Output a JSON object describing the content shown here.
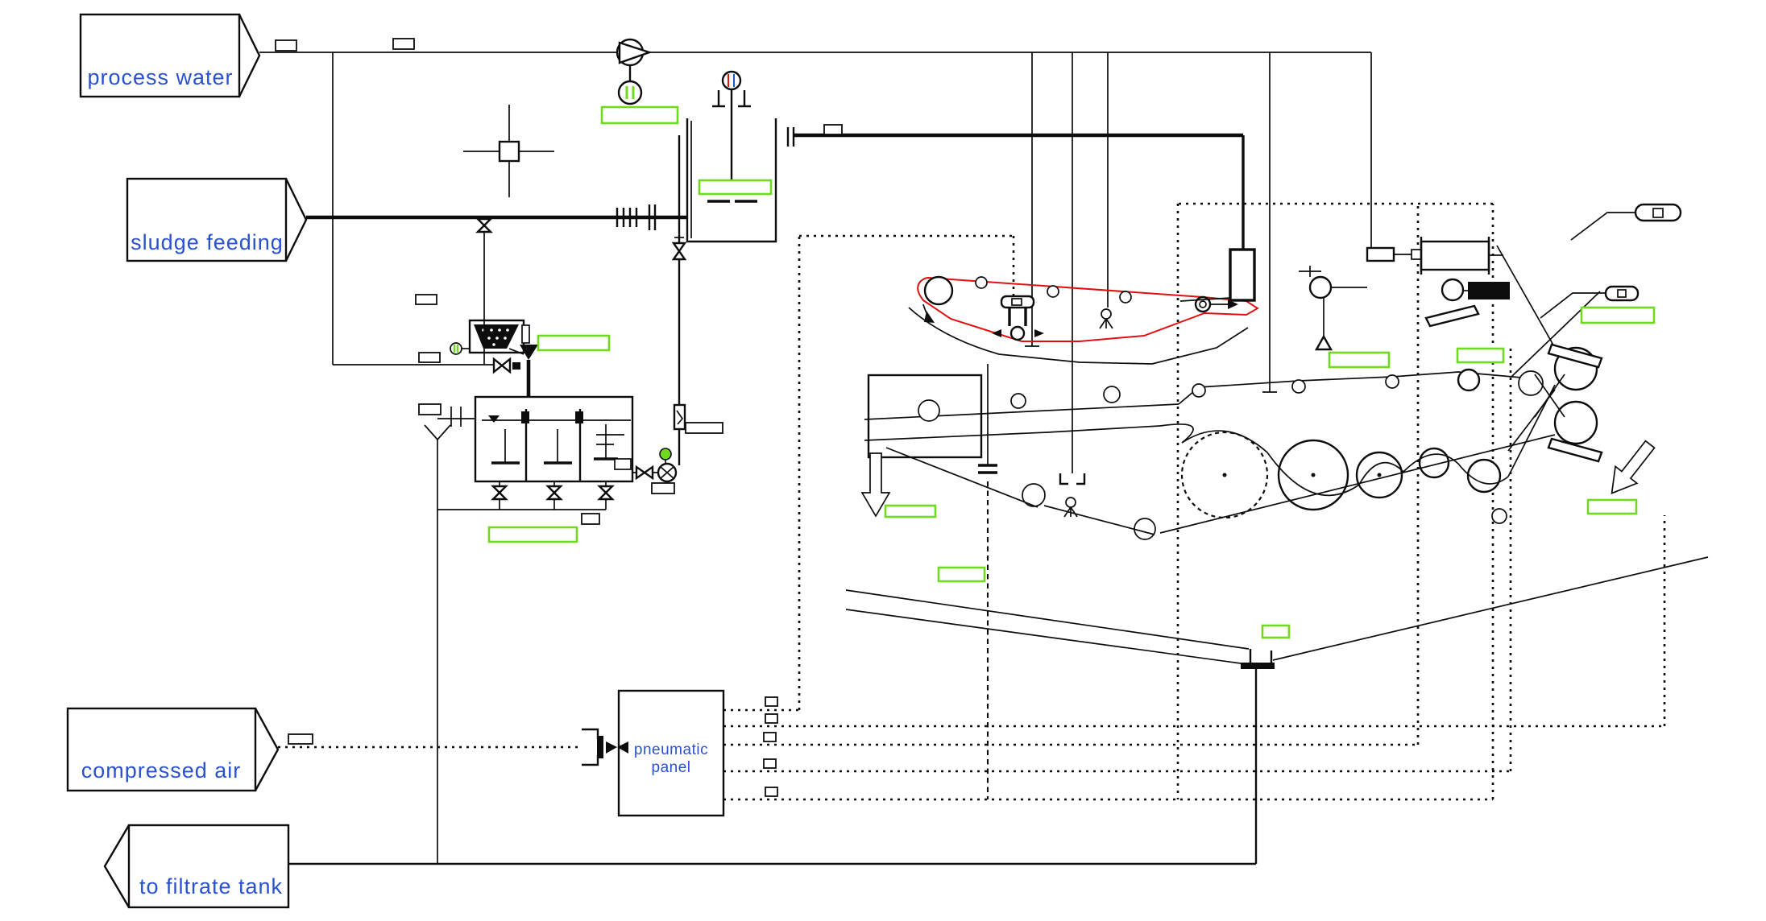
{
  "labels": {
    "process_water": "process water",
    "sludge_feeding": "sludge feeding",
    "compressed_air": "compressed air",
    "to_filtrate_tank": "to filtrate tank",
    "pneumatic_panel_line1": "pneumatic",
    "pneumatic_panel_line2": "panel"
  },
  "colors": {
    "c-line": "#0d0d0d",
    "c-green": "#70d921",
    "c-red": "#e11010",
    "c-blue": "#2a52cf",
    "c-bg": "#ffffff"
  },
  "icons": {
    "pump": "circle-with-triangle",
    "motor": "circle-with-green-bars",
    "valve": "bowtie",
    "mixer": "shaft-with-paddle",
    "belt": "red-loop",
    "roller": "circle",
    "drum": "dashed-circle",
    "spray-line": "vertical-drop",
    "pneumatic-line": "dotted-line",
    "cake-discharge": "hollow-arrow",
    "empty-label": "green-box"
  }
}
